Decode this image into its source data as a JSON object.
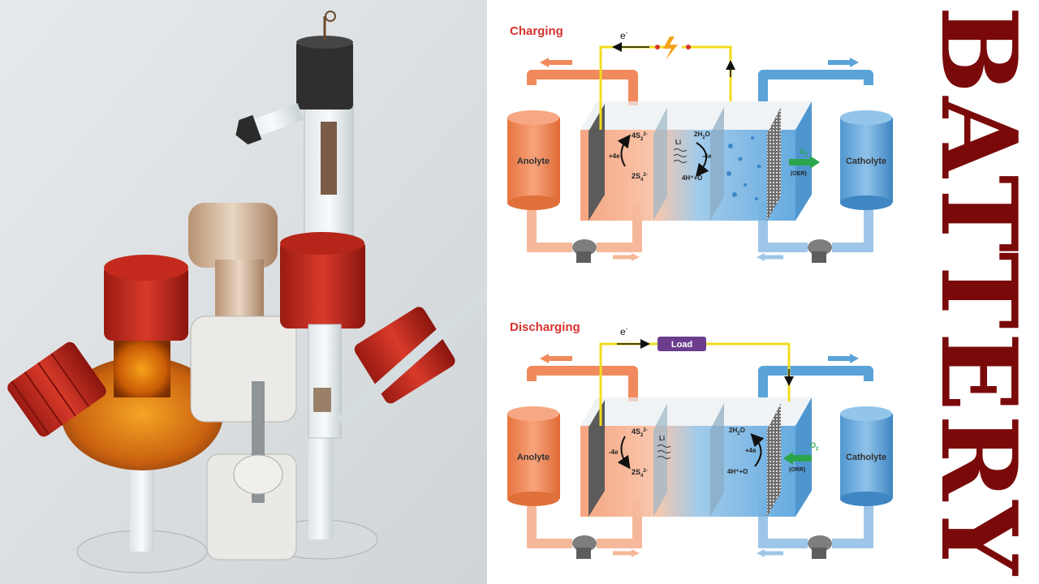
{
  "photo": {
    "alt": "glass electrochemical flow cell with red caps"
  },
  "charging": {
    "title": "Charging",
    "electron": "e",
    "electron_sup": "-",
    "anolyte": "Anolyte",
    "catholyte": "Catholyte",
    "reaction_top": "4S",
    "reaction_bottom": "2S",
    "plus4e": "+4e",
    "li": "Li",
    "water": "2H",
    "minus4e": "-4e",
    "protons": "4H⁺+O",
    "o2": "O",
    "oer": "(OER)"
  },
  "discharging": {
    "title": "Discharging",
    "electron": "e",
    "electron_sup": "-",
    "load": "Load",
    "anolyte": "Anolyte",
    "catholyte": "Catholyte",
    "reaction_top": "4S",
    "reaction_bottom": "2S",
    "minus4e": "-4e",
    "li": "Li",
    "water": "2H",
    "plus4e": "+4e",
    "protons": "4H⁺+O",
    "o2": "O",
    "orr": "(ORR)"
  },
  "brand": {
    "text": "BATTERY"
  },
  "colors": {
    "orange": "#f08a5d",
    "blue": "#5aa3d8",
    "red_title": "#d6322d",
    "wire": "#f1dc1f",
    "load": "#6b3d8c",
    "brand": "#7a0a0a"
  }
}
